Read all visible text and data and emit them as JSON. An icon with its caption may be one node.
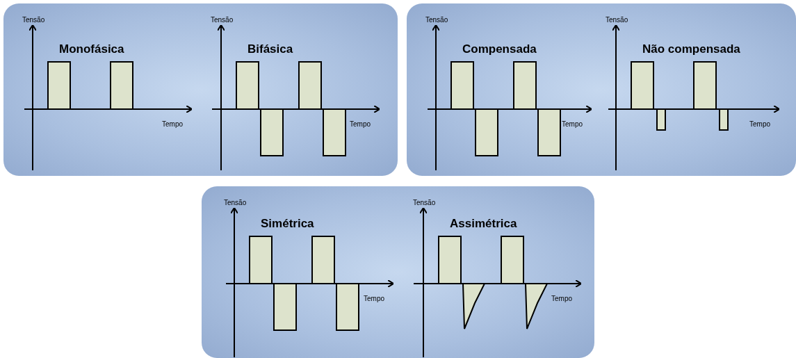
{
  "diagram": {
    "nodes": [
      {
        "text": [
          "Tensão",
          "Monofásica",
          "Tempo",
          "Tensão",
          "Bifásica",
          "Tempo"
        ]
      },
      {
        "text": [
          "Tensão",
          "Compensada",
          "Tempo",
          "Tensão",
          "Não compensada",
          "Tempo"
        ]
      },
      {
        "text": [
          "Tensão",
          "Simétrica",
          "Tempo",
          "Tensão",
          "Assimétrica",
          "Tempo"
        ]
      }
    ]
  }
}
